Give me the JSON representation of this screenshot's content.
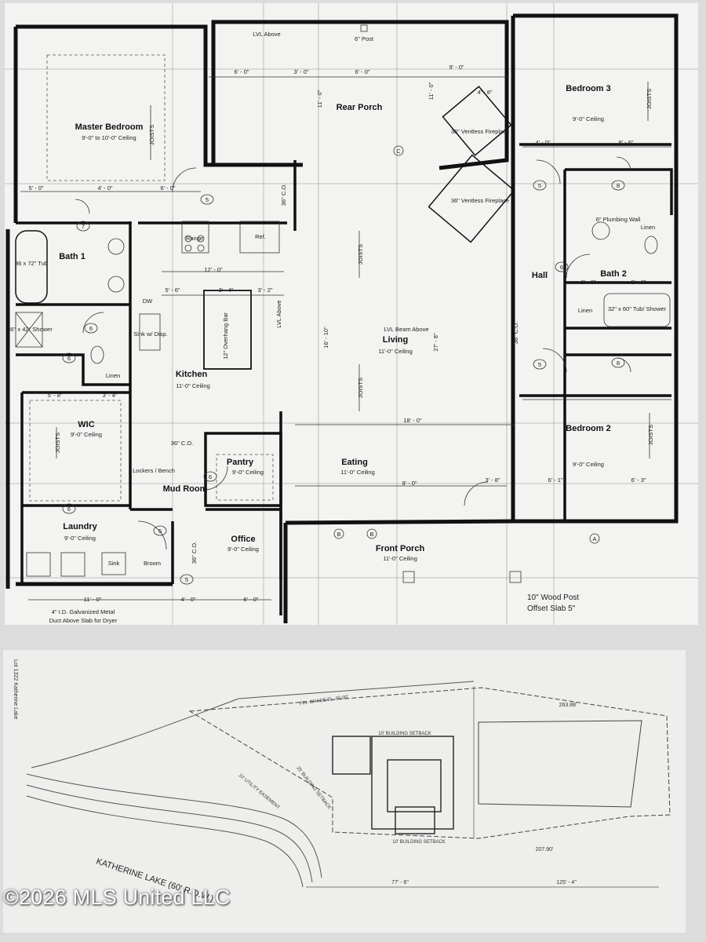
{
  "floor_plan": {
    "rooms": [
      {
        "id": "master-bedroom",
        "name": "Master Bedroom",
        "note": "9'-0\" to 10'-0\" Ceiling"
      },
      {
        "id": "rear-porch",
        "name": "Rear Porch"
      },
      {
        "id": "bedroom-3",
        "name": "Bedroom 3",
        "note": "9'-0\" Ceiling"
      },
      {
        "id": "bath-1",
        "name": "Bath 1"
      },
      {
        "id": "hall",
        "name": "Hall"
      },
      {
        "id": "bath-2",
        "name": "Bath 2"
      },
      {
        "id": "living",
        "name": "Living",
        "note": "11'-0\" Ceiling"
      },
      {
        "id": "kitchen",
        "name": "Kitchen",
        "note": "11'-0\" Ceiling"
      },
      {
        "id": "wic",
        "name": "WIC",
        "note": "9'-0\" Ceiling"
      },
      {
        "id": "pantry",
        "name": "Pantry",
        "note": "9'-0\" Ceiling"
      },
      {
        "id": "mud-room",
        "name": "Mud Room"
      },
      {
        "id": "eating",
        "name": "Eating",
        "note": "11'-0\" Ceiling"
      },
      {
        "id": "bedroom-2",
        "name": "Bedroom 2",
        "note": "9'-0\" Ceiling"
      },
      {
        "id": "laundry",
        "name": "Laundry",
        "note": "9'-0\" Ceiling"
      },
      {
        "id": "office",
        "name": "Office",
        "note": "9'-0\" Ceiling"
      },
      {
        "id": "front-porch",
        "name": "Front Porch",
        "note": "11'-0\" Ceiling"
      }
    ],
    "labels": {
      "lvl_above": "LVL Above",
      "post_6": "6\" Post",
      "fireplace": "36\" Ventless Fireplace",
      "tub": "36 x 72\" Tub",
      "shower": "36\" x 42\" Shower",
      "range": "Range",
      "ref": "Ref.",
      "plumbing_wall": "6\" Plumbing Wall",
      "linen": "Linen",
      "tub_shower": "32\" x 60\" Tub/ Shower",
      "sink_disp": "Sink w/ Disp.",
      "dw": "DW",
      "overhang_bar": "12\" Overhang Bar",
      "lvl_beam_above": "LVL Beam Above",
      "lvl_above_vert": "LVL Above",
      "joists": "JOISTS",
      "lockers": "Lockers / Bench",
      "broom": "Broom",
      "sink": "Sink",
      "duct_note_1": "4\" I.D. Galvanized Metal",
      "duct_note_2": "Duct Above Slab for Dryer",
      "wood_post_1": "10\" Wood Post",
      "wood_post_2": "Offset Slab 5\"",
      "co_36": "36\" C.O."
    },
    "dimensions": [
      "6' - 0\"",
      "3' - 0\"",
      "6' - 0\"",
      "9' - 0\"",
      "11' - 0\"",
      "11' - 0\"",
      "4' - 8\"",
      "5' - 0\"",
      "4' - 0\"",
      "6' - 0\"",
      "4' - 0\"",
      "8' - 6\"",
      "12' - 0\"",
      "3' - 4\"",
      "3' - 2\"",
      "5' - 6\"",
      "16' - 10\"",
      "27' - 8\"",
      "3' - 0\"",
      "5' - 6\"",
      "18' - 0\"",
      "5' - 8\"",
      "3' - 4\"",
      "9' - 0\"",
      "3' - 8\"",
      "6' - 1\"",
      "6' - 3\"",
      "11' - 0\"",
      "4' - 0\"",
      "6' - 0\""
    ],
    "callouts": [
      "5",
      "7",
      "6",
      "6",
      "6",
      "6",
      "6",
      "5",
      "5",
      "8",
      "8",
      "5",
      "5",
      "B",
      "B",
      "A",
      "C"
    ]
  },
  "site_plan": {
    "street": "KATHERINE LAKE (60' R.O.W.)",
    "labels": {
      "setback_top": "10' BUILDING SETBACK",
      "setback_bottom": "10' BUILDING SETBACK",
      "setback_front": "25' BUILDING SETBACK",
      "utility": "10' UTILITY EASEMENT",
      "fin_grade": "FIN. GRADE EL. 66.00'",
      "dim_77": "77' - 6\"",
      "dim_125": "125' - 4\"",
      "dim_207": "207.90'",
      "dim_263": "263.88'",
      "lot": "Lot 1322 Katherine Lake"
    }
  },
  "watermark": "©2026 MLS United LLC"
}
